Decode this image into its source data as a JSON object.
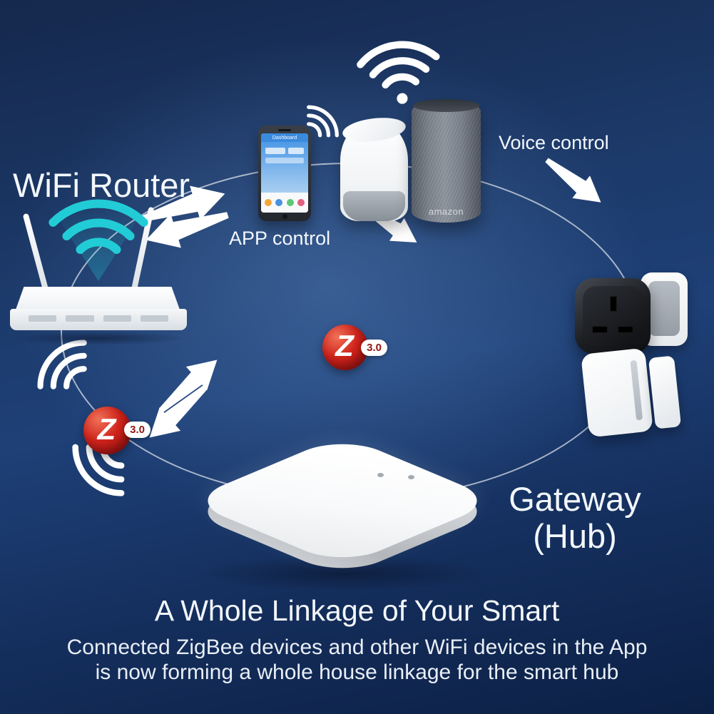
{
  "labels": {
    "wifi_router": "WiFi Router",
    "app_control": "APP control",
    "voice_control": "Voice control",
    "gateway_line1": "Gateway",
    "gateway_line2": "(Hub)"
  },
  "zigbee": {
    "letter": "Z",
    "version": "3.0"
  },
  "phone_app": {
    "title": "Dashboard"
  },
  "echo": {
    "brand": "amazon"
  },
  "footer": {
    "title": "A Whole Linkage of Your Smart",
    "description": "Connected ZigBee devices and other WiFi devices in the App is now forming a whole house linkage for the smart hub"
  },
  "colors": {
    "zigbee_red": "#cf231b",
    "router_wave": "#22ccd6",
    "bg_center": "#1e4077",
    "bg_edge": "#0c2045",
    "text": "#f2f6fb"
  },
  "icons": {
    "wifi_signal_icon": "concentric arcs with dot",
    "wave_icon": "concentric arcs",
    "arrow_icon": "white tapered arrow",
    "zigbee_logo": "red sphere with stylized Z and 3.0 badge"
  }
}
